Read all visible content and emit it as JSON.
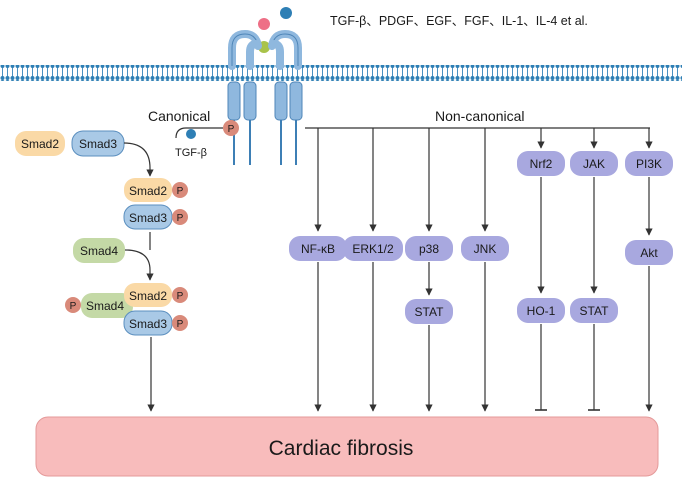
{
  "header": {
    "ligands": "TGF-β、PDGF、EGF、FGF、IL-1、IL-4 et al."
  },
  "canonical": {
    "title": "Canonical",
    "tgf_label": "TGF-β",
    "receptor_p": "P",
    "smad2": "Smad2",
    "smad3": "Smad3",
    "smad4": "Smad4",
    "p": "P"
  },
  "noncanonical": {
    "title": "Non-canonical",
    "nfkb": "NF-κB",
    "erk": "ERK1/2",
    "p38": "p38",
    "stat1": "STAT",
    "jnk": "JNK",
    "nrf2": "Nrf2",
    "ho1": "HO-1",
    "jak": "JAK",
    "stat2": "STAT",
    "pi3k": "PI3K",
    "akt": "Akt"
  },
  "outcome": {
    "label": "Cardiac fibrosis"
  },
  "colors": {
    "membrane": "#3d8ab8",
    "receptor": "#8fb8de",
    "smad_yellow": "#fad9a6",
    "smad_blue": "#a9c9e6",
    "smad_green": "#c4d9a6",
    "phospho": "#d98a7a",
    "pathway": "#a8a8df",
    "fibrosis": "#f8bcbc"
  }
}
